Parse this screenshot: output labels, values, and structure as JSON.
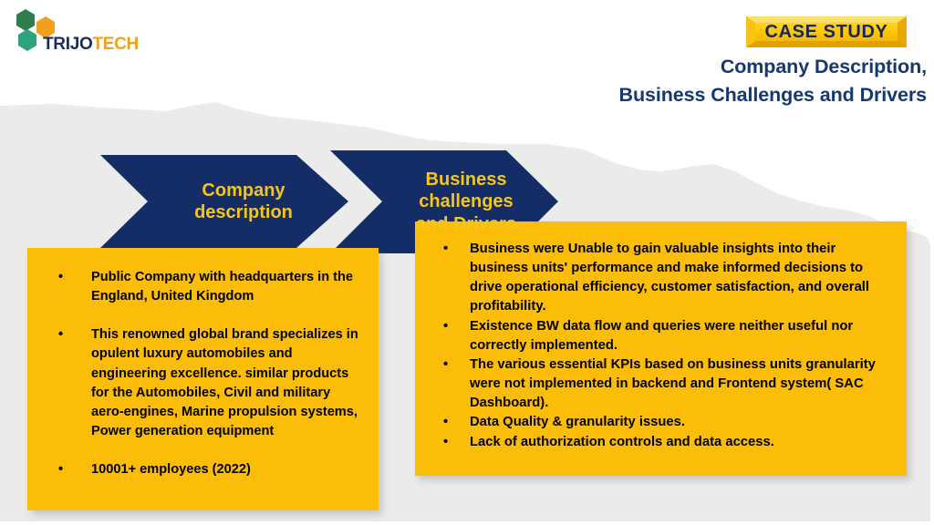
{
  "logo": {
    "name": "TRIJOTECH",
    "word_part_1": "TRIJO",
    "word_part_2": "TECH",
    "colors": {
      "hex_dark_green": "#2e7d4f",
      "hex_teal": "#2fa181",
      "hex_amber": "#f0a01e",
      "hex_navy_word": "#1f2a5e"
    }
  },
  "badge": {
    "label": "CASE STUDY",
    "fill_hex": "#f8c408",
    "text_hex": "#16265c"
  },
  "heading": {
    "line1": "Company Description,",
    "line2": "Business Challenges and Drivers",
    "color_hex": "#16386f"
  },
  "chevrons": [
    {
      "id": "company-description",
      "lines": [
        "Company",
        "description"
      ],
      "fill_hex": "#142d66",
      "text_hex": "#f5c518"
    },
    {
      "id": "business-challenges-and-drivers",
      "lines": [
        "Business",
        "challenges",
        "and Drivers"
      ],
      "fill_hex": "#142d66",
      "text_hex": "#f5c518"
    }
  ],
  "panels": {
    "left": {
      "id": "company-description-panel",
      "fill_hex": "#fcbd08",
      "bullet_glyph": "•",
      "bullets": [
        "Public Company with headquarters in the England, United Kingdom",
        "This renowned global brand specializes in opulent luxury automobiles and engineering excellence. similar products for the Automobiles, Civil and military aero-engines, Marine propulsion systems, Power generation equipment",
        "10001+ employees (2022)"
      ]
    },
    "right": {
      "id": "business-challenges-panel",
      "fill_hex": "#fcbd08",
      "bullet_glyph": "•",
      "bullets": [
        "Business were Unable to gain valuable insights into their business units' performance and make informed decisions to drive operational efficiency, customer satisfaction, and overall profitability.",
        "Existence BW data flow and queries were neither useful nor correctly implemented.",
        "The various essential KPIs based on business units granularity were not implemented in backend and Frontend system( SAC Dashboard).",
        "Data Quality & granularity issues.",
        "Lack of authorization controls and data access."
      ]
    }
  },
  "background": {
    "page_hex": "#ffffff",
    "torn_shape_hex": "#ebebeb"
  }
}
